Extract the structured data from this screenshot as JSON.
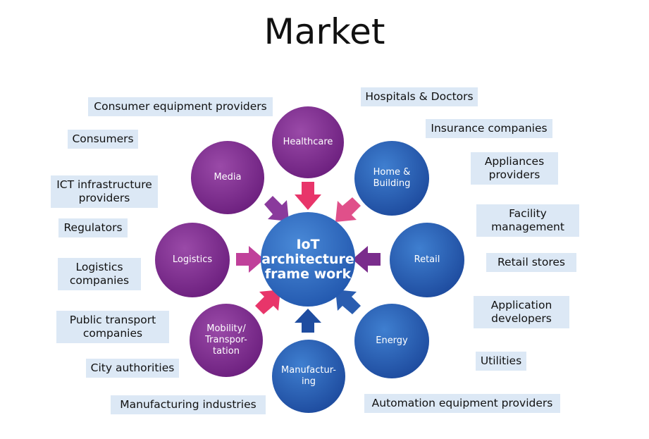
{
  "title": "Market",
  "center_label": "IoT\narchitecture\nframe work",
  "sectors": {
    "healthcare": "Healthcare",
    "home_building": "Home &\nBuilding",
    "media": "Media",
    "logistics": "Logistics",
    "retail": "Retail",
    "mobility": "Mobility/\nTranspor-\ntation",
    "energy": "Energy",
    "manufacturing": "Manufactur-\ning"
  },
  "stakeholders": {
    "consumer_equipment": "Consumer equipment providers",
    "consumers": "Consumers",
    "ict": "ICT infrastructure\nproviders",
    "regulators": "Regulators",
    "logistics_companies": "Logistics\ncompanies",
    "public_transport": "Public transport\ncompanies",
    "city_authorities": "City authorities",
    "manufacturing_industries": "Manufacturing industries",
    "hospitals": "Hospitals & Doctors",
    "insurance": "Insurance companies",
    "appliances": "Appliances\nproviders",
    "facility": "Facility\nmanagement",
    "retail_stores": "Retail stores",
    "app_developers": "Application\ndevelopers",
    "utilities": "Utilities",
    "automation": "Automation equipment providers"
  },
  "colors": {
    "purple": "#7a2d8c",
    "blue": "#2a5db0",
    "pink_arrow": "#e8356a",
    "box_bg": "#dce8f5"
  }
}
